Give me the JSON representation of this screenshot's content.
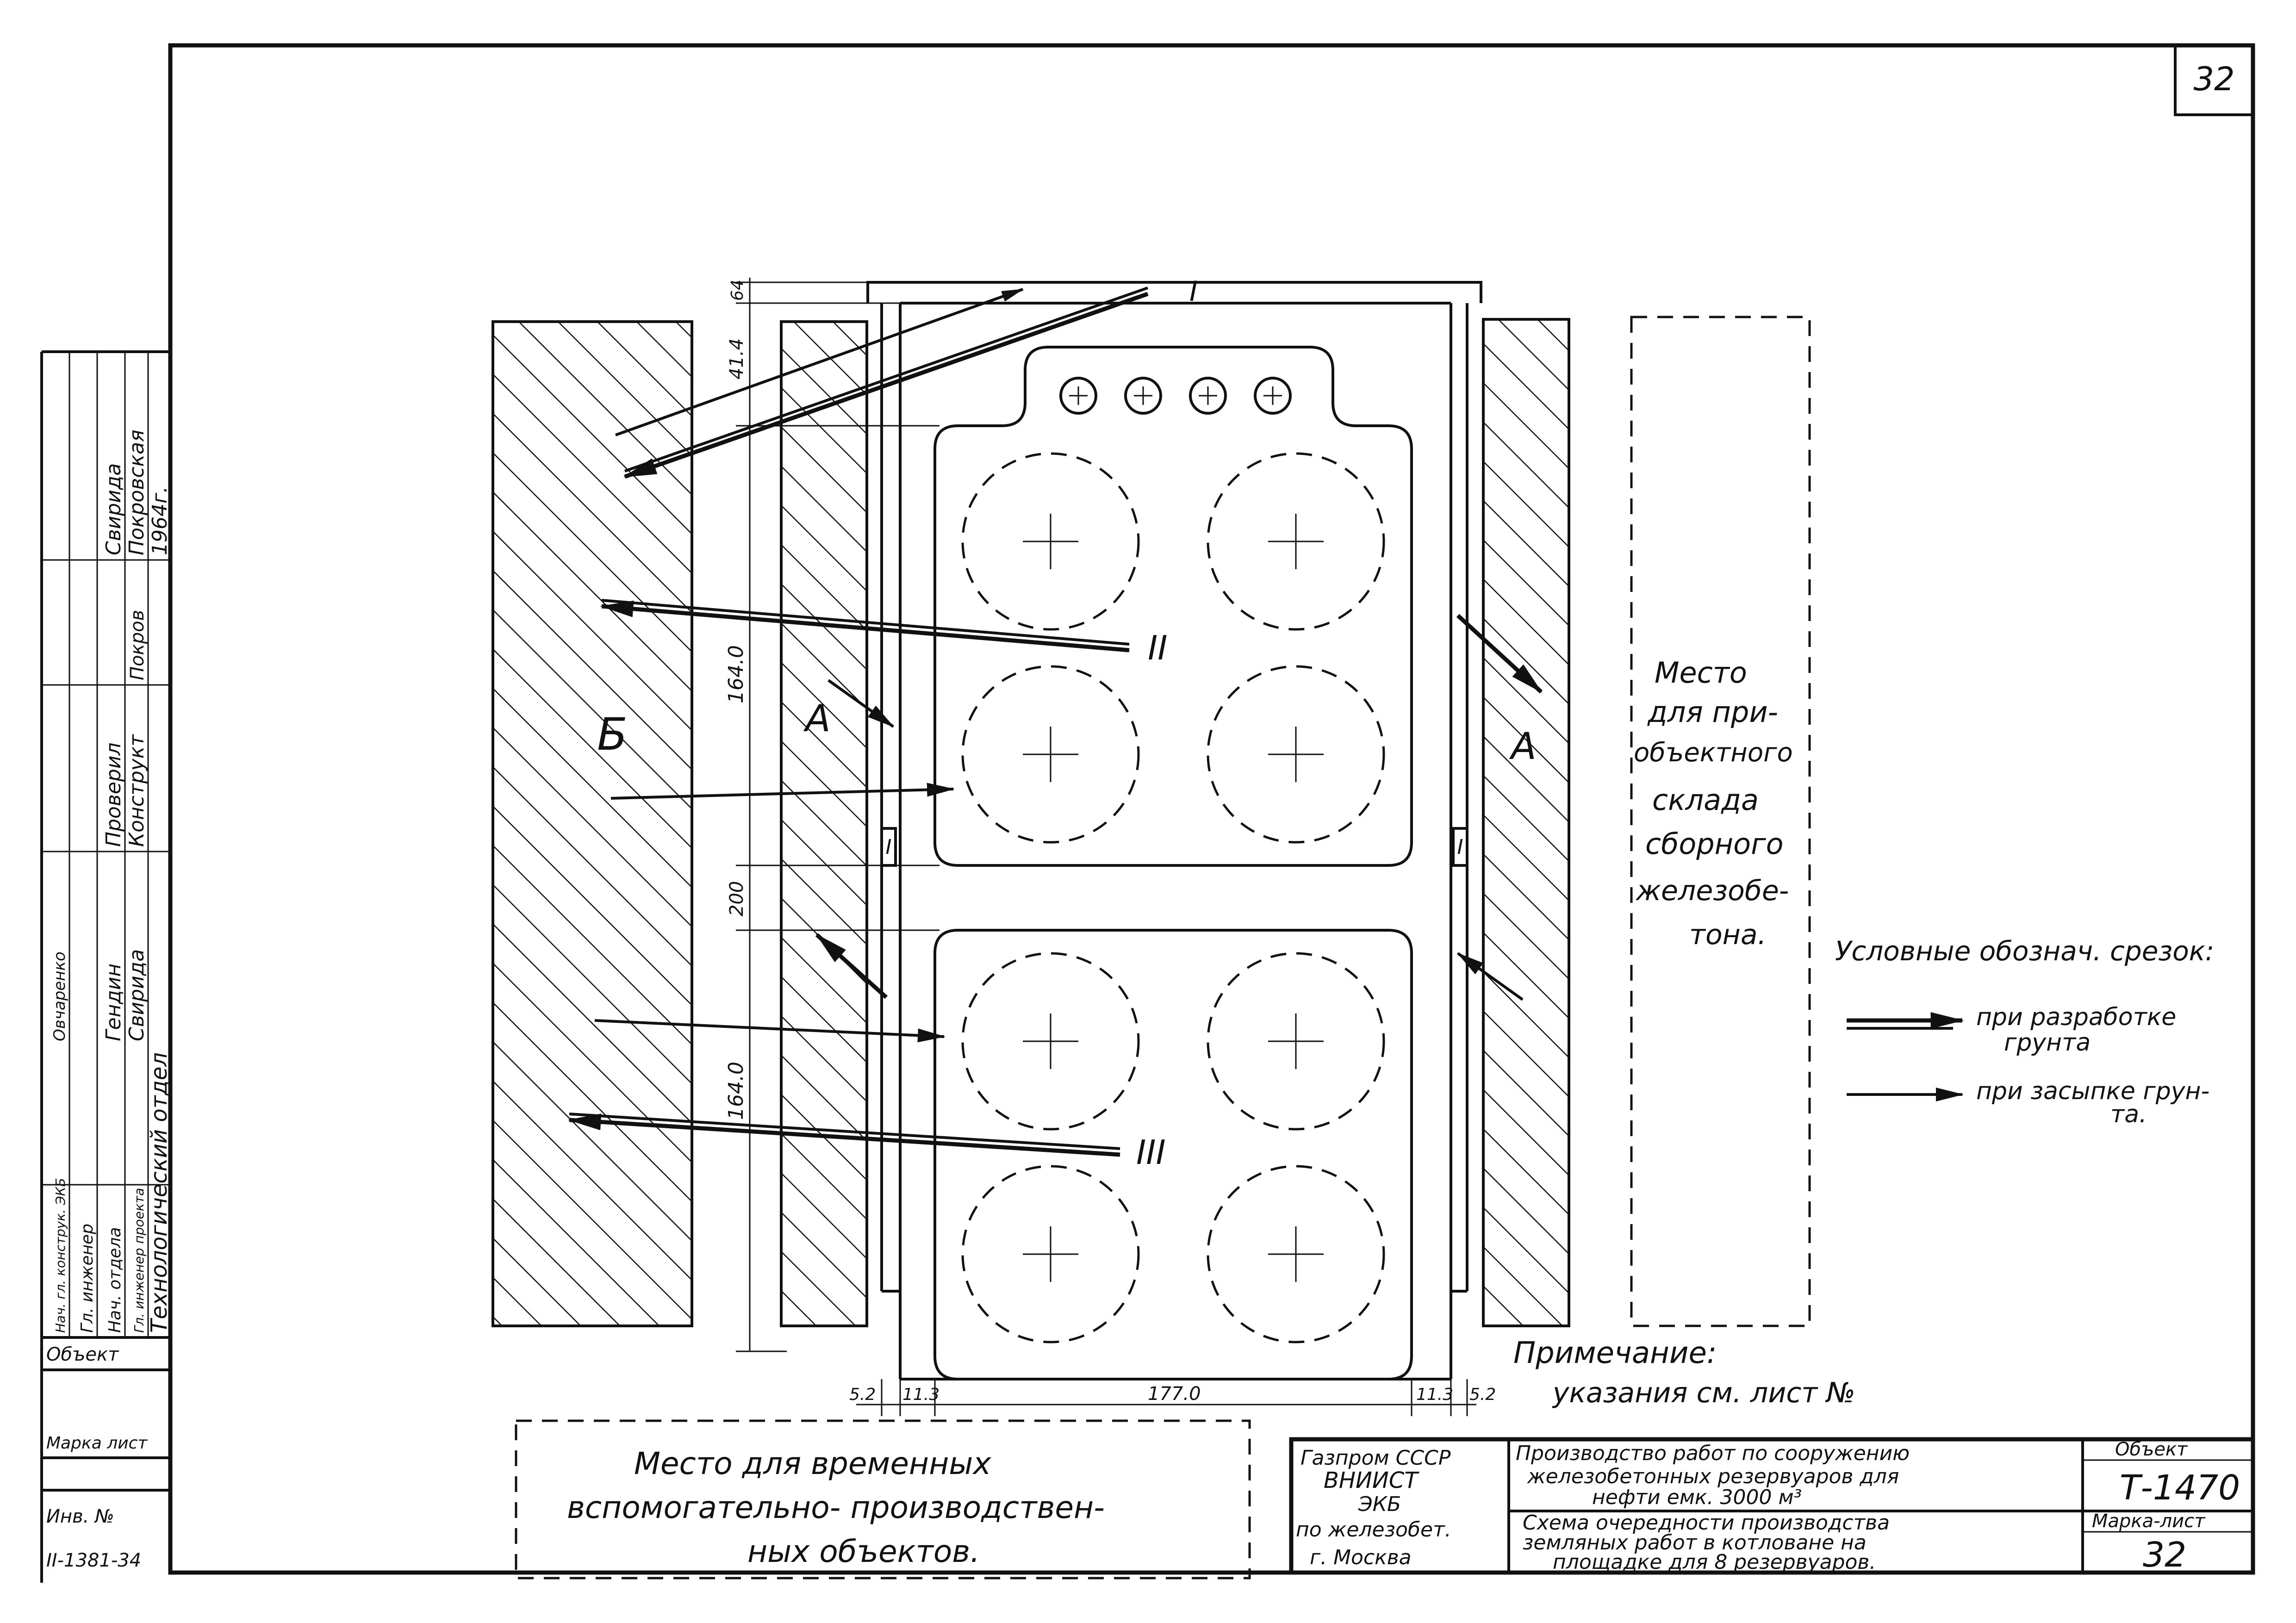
{
  "sheet": {
    "page_number": "32",
    "marker_I": "I",
    "marker_II": "II",
    "marker_III": "III"
  },
  "zones": {
    "label_B": "Б",
    "label_A_left": "А",
    "label_A_right": "А"
  },
  "dimensions": {
    "d64": "64",
    "d41_4": "41.4",
    "d164_top": "164.0",
    "d200": "200",
    "d164_bottom": "164.0",
    "d5_2_left": "5.2",
    "d11_3_left": "11.3",
    "d177": "177.0",
    "d11_3_right": "11.3",
    "d5_2_right": "5.2"
  },
  "storage_note": {
    "lines": [
      "Место",
      "для при-",
      "объектного",
      "склада",
      "сборного",
      "железобе-",
      "тона."
    ]
  },
  "legend": {
    "title": "Условные обознач. срезок:",
    "item1_line1": "при разработке",
    "item1_line2": "грунта",
    "item2_line1": "при засыпке грун-",
    "item2_line2": "та."
  },
  "remark": {
    "title": "Примечание:",
    "text": "указания   см.  лист №"
  },
  "temp_place": {
    "line1": "Место для временных",
    "line2": "вспомогательно- производствен-",
    "line3": "ных объектов."
  },
  "title_block": {
    "org_lines": [
      "Газпром СССР",
      "ВНИИСТ",
      "ЭКБ",
      "по железобет.",
      "г. Москва"
    ],
    "work_title_lines": [
      "Производство работ по сооружению",
      "железобетонных резервуаров для",
      "нефти емк.  3000 м³"
    ],
    "sheet_title_lines": [
      "Схема очередности производства",
      "земляных работ в котловане на",
      "площадке для 8 резервуаров."
    ],
    "object_label": "Объект",
    "object_value": "Т-1470",
    "mark_sheet_label": "Марка-лист",
    "mark_sheet_value": "32"
  },
  "side_stamp": {
    "roles": [
      "Нач. гл. конструк. ЭКБ",
      "Гл. инженер",
      "Нач. отдела",
      "Гл. инженер проекта"
    ],
    "names": [
      "Овчаренко",
      "Гендин",
      "Свирида",
      ""
    ],
    "col_checked": "Проверил",
    "col_checked_name": "Конструкт",
    "col_checked_sign": "Покров",
    "col_designed": "Свирида",
    "col_designed2": "Покровская",
    "year": "1964г.",
    "department": "Технологический отдел",
    "object_label": "Объект",
    "mark_sheet_label": "Марка лист",
    "inv_label": "Инв. №",
    "inv_value": "II-1381-34"
  }
}
